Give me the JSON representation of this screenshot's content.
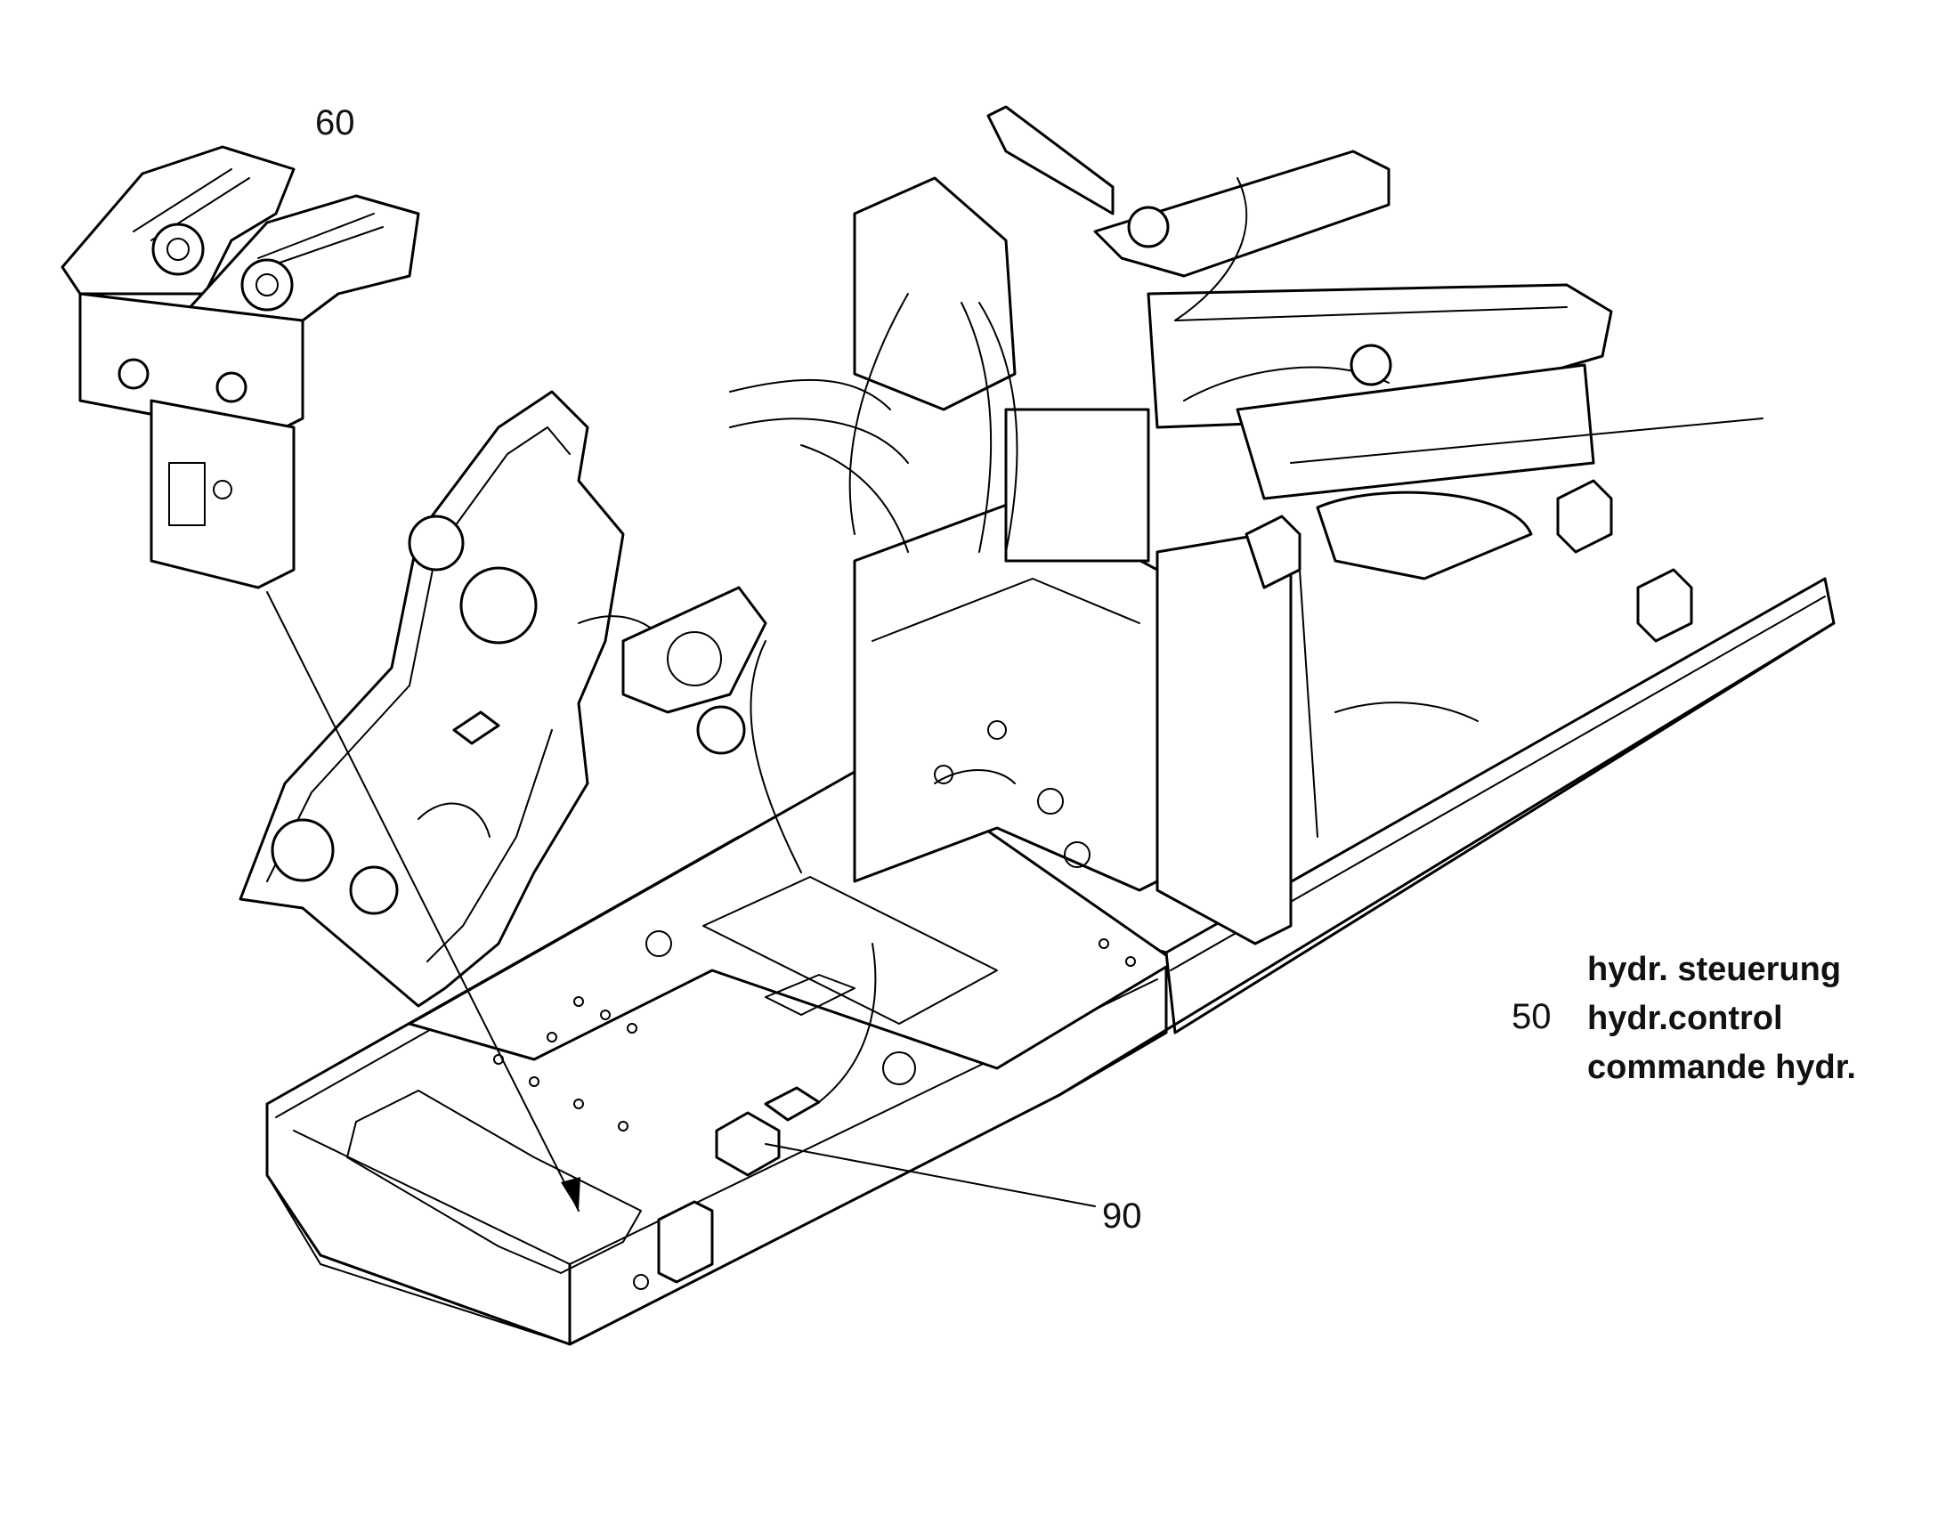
{
  "callouts": {
    "item_60": "60",
    "item_90": "90",
    "item_50": "50"
  },
  "legend": {
    "german": "hydr. steuerung",
    "english": "hydr.control",
    "french": "commande hydr."
  }
}
